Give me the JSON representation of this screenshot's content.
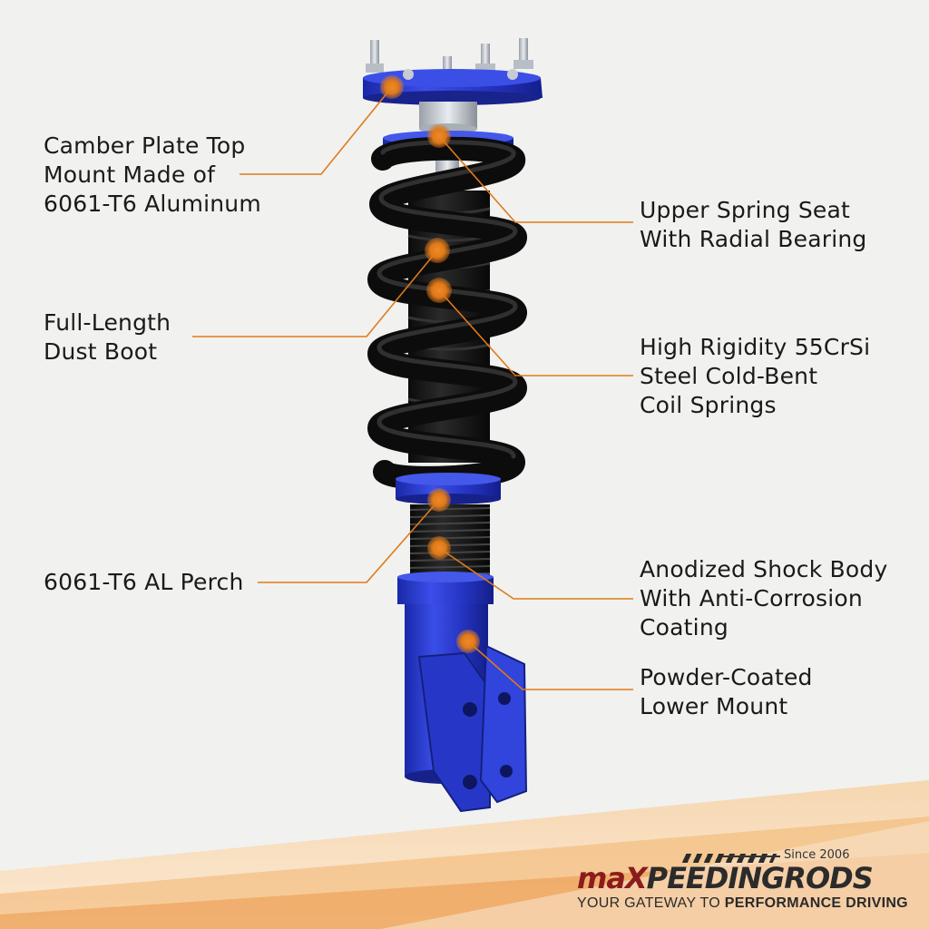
{
  "labels": {
    "camber_plate": [
      "Camber Plate Top",
      "Mount Made of",
      "6061-T6 Aluminum"
    ],
    "upper_spring_seat": [
      "Upper Spring Seat",
      "With Radial Bearing"
    ],
    "dust_boot": [
      "Full-Length",
      "Dust Boot"
    ],
    "coil_springs": [
      "High Rigidity 55CrSi",
      "Steel Cold-Bent",
      "Coil Springs"
    ],
    "perch": [
      "6061-T6 AL Perch"
    ],
    "shock_body": [
      "Anodized Shock Body",
      "With Anti-Corrosion",
      "Coating"
    ],
    "lower_mount": [
      "Powder-Coated",
      "Lower Mount"
    ]
  },
  "brand": {
    "name_part1": "maX",
    "name_part2": "PEEDING",
    "name_part3": "RODS",
    "since": "Since 2006",
    "tagline_regular": "YOUR GATEWAY TO ",
    "tagline_bold": "PERFORMANCE DRIVING"
  },
  "colors": {
    "accent_orange": "#e07a18",
    "strut_blue": "#2a3bd0",
    "spring_black": "#141414",
    "brand_red": "#8a1c1c"
  },
  "icons": [
    "callout-dot-icon",
    "coilover-strut-illustration"
  ]
}
